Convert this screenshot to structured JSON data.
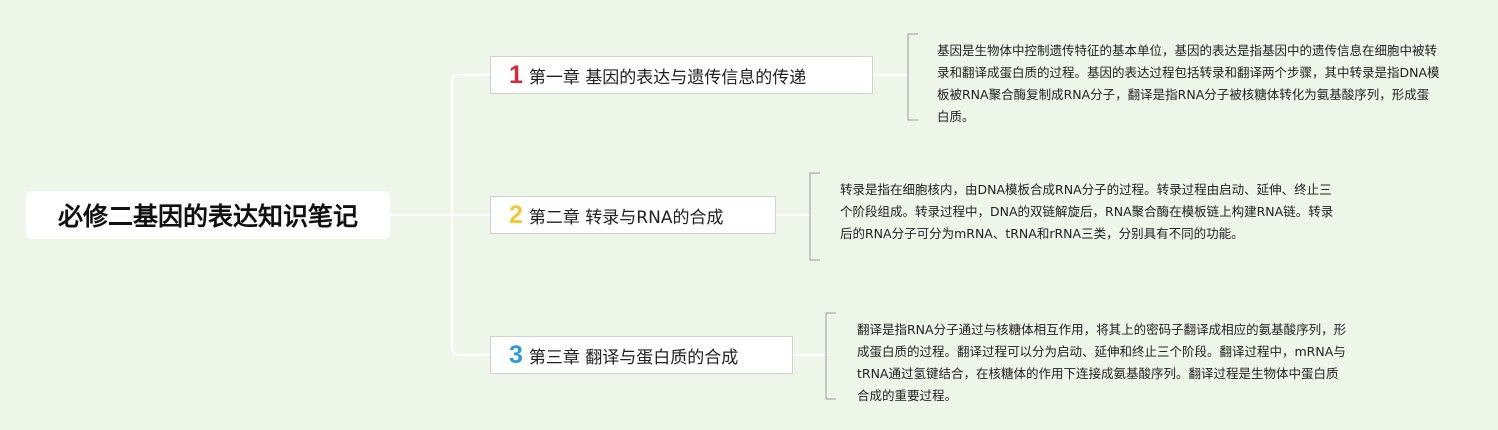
{
  "root": {
    "title": "必修二基因的表达知识笔记"
  },
  "chapters": [
    {
      "number": "1",
      "number_color": "#d62a3c",
      "title": "第一章 基因的表达与遗传信息的传递",
      "description": "基因是生物体中控制遗传特征的基本单位，基因的表达是指基因中的遗传信息在细胞中被转录和翻译成蛋白质的过程。基因的表达过程包括转录和翻译两个步骤，其中转录是指DNA模板被RNA聚合酶复制成RNA分子，翻译是指RNA分子被核糖体转化为氨基酸序列，形成蛋白质。"
    },
    {
      "number": "2",
      "number_color": "#f3c73a",
      "title": "第二章 转录与RNA的合成",
      "description": "转录是指在细胞核内，由DNA模板合成RNA分子的过程。转录过程由启动、延伸、终止三个阶段组成。转录过程中，DNA的双链解旋后，RNA聚合酶在模板链上构建RNA链。转录后的RNA分子可分为mRNA、tRNA和rRNA三类，分别具有不同的功能。"
    },
    {
      "number": "3",
      "number_color": "#2f9ad8",
      "title": "第三章 翻译与蛋白质的合成",
      "description": "翻译是指RNA分子通过与核糖体相互作用，将其上的密码子翻译成相应的氨基酸序列，形成蛋白质的过程。翻译过程可以分为启动、延伸和终止三个阶段。翻译过程中，mRNA与tRNA通过氢键结合，在核糖体的作用下连接成氨基酸序列。翻译过程是生物体中蛋白质合成的重要过程。"
    }
  ],
  "colors": {
    "background": "#eef5e9",
    "connector": "#ffffff",
    "bracket": "#9a9a9a"
  }
}
